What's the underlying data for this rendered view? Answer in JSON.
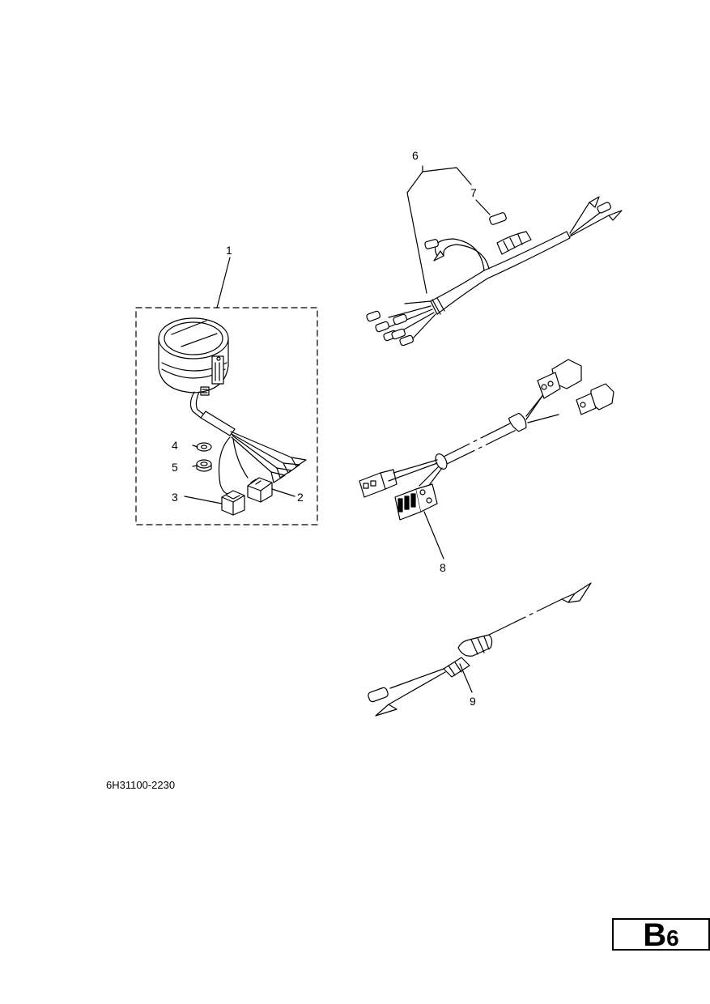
{
  "callouts": {
    "c1": "1",
    "c2": "2",
    "c3": "3",
    "c4": "4",
    "c5": "5",
    "c6": "6",
    "c7": "7",
    "c8": "8",
    "c9": "9"
  },
  "footer": {
    "part_number": "6H31100-2230",
    "page_tag_letter": "B",
    "page_tag_number": "6"
  }
}
